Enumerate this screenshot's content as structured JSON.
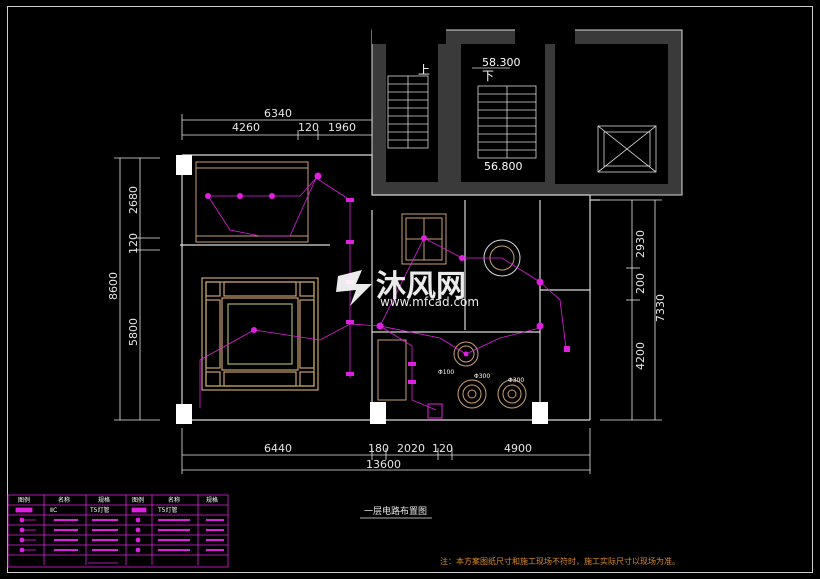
{
  "drawing": {
    "title": "一层电路布置图",
    "note": "注：本方案图纸尺寸和施工现场不符时，施工实际尺寸以现场为准。"
  },
  "levels": {
    "up_label": "上",
    "down_label": "下",
    "level_upper": "58.300",
    "level_lower": "56.800"
  },
  "dimensions": {
    "top_total": "6340",
    "top_left": "4260",
    "top_mid": "120",
    "top_right": "1960",
    "bottom_a": "6440",
    "bottom_b": "180",
    "bottom_c": "2020",
    "bottom_d": "120",
    "bottom_e": "4900",
    "bottom_total": "13600",
    "left_total": "8600",
    "left_a": "2680",
    "left_b": "120",
    "left_c": "5800",
    "right_a": "2930",
    "right_b": "200",
    "right_c": "4200",
    "right_total": "7330"
  },
  "lamp_labels": [
    "Φ100",
    "Φ300",
    "Φ300"
  ],
  "watermark": {
    "brand": "沐风网",
    "url": "www.mfcad.com"
  },
  "colors": {
    "background": "#000000",
    "wall": "#d9d9d9",
    "wall_fill": "#4a4a4a",
    "electrical": "#e020e0",
    "dimension": "#e6e6e6",
    "ceiling_brown": "#c8a070",
    "ceiling_green": "#a8b060",
    "note": "#d98b2b"
  },
  "legend_table": {
    "header": [
      "图例",
      "名称",
      "规格",
      "图例",
      "名称",
      "规格"
    ],
    "rows": [
      [
        "",
        "ⅡC",
        "T5灯管",
        "",
        "T5灯管",
        ""
      ],
      [
        "",
        "",
        "",
        "",
        "",
        ""
      ],
      [
        "",
        "",
        "",
        "",
        "",
        ""
      ],
      [
        "",
        "",
        "",
        "",
        "",
        ""
      ],
      [
        "",
        "",
        "",
        "",
        "",
        ""
      ],
      [
        "",
        "",
        "",
        "",
        "",
        ""
      ]
    ]
  }
}
